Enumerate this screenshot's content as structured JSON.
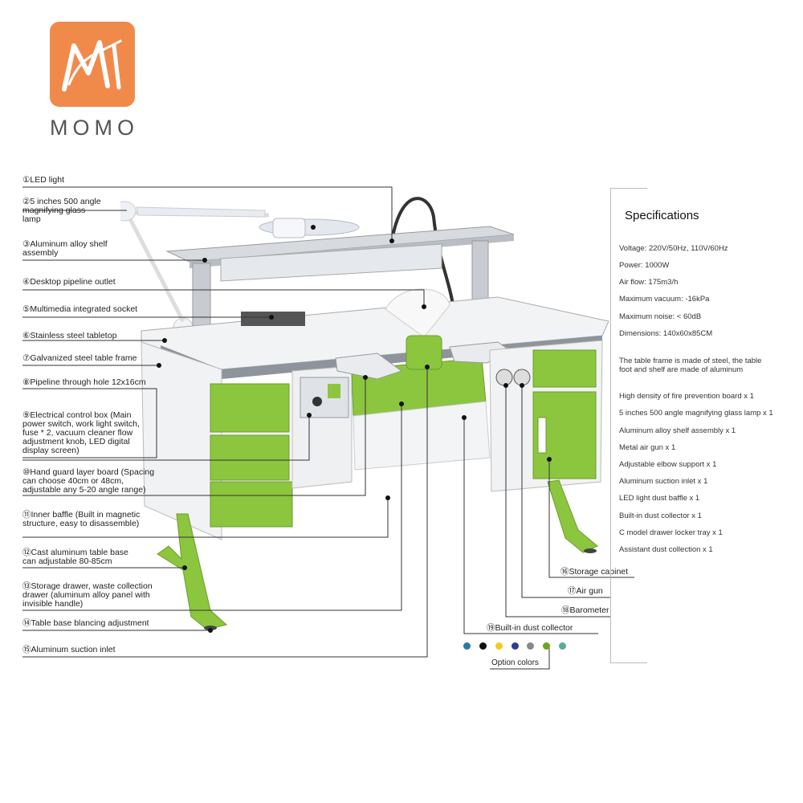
{
  "brand": {
    "name": "MOMO"
  },
  "labels": [
    {
      "num": "①",
      "text": "LED light"
    },
    {
      "num": "②",
      "text": "5 inches 500 angle\nmagnifying glass\nlamp"
    },
    {
      "num": "③",
      "text": "Aluminum alloy shelf\n  assembly"
    },
    {
      "num": "④",
      "text": "Desktop pipeline outlet"
    },
    {
      "num": "⑤",
      "text": "Multimedia integrated socket"
    },
    {
      "num": "⑥",
      "text": "Stainless steel tabletop"
    },
    {
      "num": "⑦",
      "text": "Galvanized steel table frame"
    },
    {
      "num": "⑧",
      "text": "Pipeline through hole 12x16cm"
    },
    {
      "num": "⑨",
      "text": "Electrical control box (Main\n power switch, work light switch,\n fuse * 2, vacuum cleaner flow\n adjustment knob, LED digital\n display screen)"
    },
    {
      "num": "⑩",
      "text": "Hand guard layer board (Spacing\n can choose 40cm or 48cm,\n adjustable any 5-20 angle range)"
    },
    {
      "num": "⑪",
      "text": "Inner baffle (Built in magnetic\n structure, easy to disassemble)"
    },
    {
      "num": "⑫",
      "text": "Cast aluminum table base\n  can adjustable 80-85cm"
    },
    {
      "num": "⑬",
      "text": "Storage drawer, waste collection\n drawer (aluminum alloy panel with\n invisible handle)"
    },
    {
      "num": "⑭",
      "text": "Table base blancing adjustment"
    },
    {
      "num": "⑮",
      "text": "Aluminum suction inlet"
    },
    {
      "num": "⑯",
      "text": "Storage cabinet"
    },
    {
      "num": "⑰",
      "text": "Air gun"
    },
    {
      "num": "⑱",
      "text": "Barometer"
    },
    {
      "num": "⑲",
      "text": "Built-in dust collector"
    }
  ],
  "options": {
    "label": "Option colors",
    "colors": [
      "#2a7aa8",
      "#111111",
      "#f2cc1b",
      "#2d3e8f",
      "#888888",
      "#6aa51e",
      "#5aab98"
    ]
  },
  "specifications": {
    "title": "Specifications",
    "lines": [
      "Voltage: 220V/50Hz, 110V/60Hz",
      "Power: 1000W",
      "Air flow: 175m3/h",
      "Maximum vacuum: -16kPa",
      "Maximum noise: < 60dB",
      "Dimensions: 140x60x85CM",
      "The table frame is made of steel, the table\nfoot and shelf are made of aluminum",
      "High density of fire prevention board x 1",
      "5 inches 500 angle magnifying glass lamp x 1",
      "Aluminum alloy shelf assembly x 1",
      "Metal air gun x 1",
      "Adjustable elbow support x 1",
      "Aluminum suction inlet x 1",
      "LED light dust baffle x 1",
      "Built-in dust collector x 1",
      "C model drawer locker tray x 1",
      "Assistant dust collection x 1"
    ]
  },
  "colors": {
    "accent": "#8cc63f",
    "logo": "#f08a4b"
  }
}
